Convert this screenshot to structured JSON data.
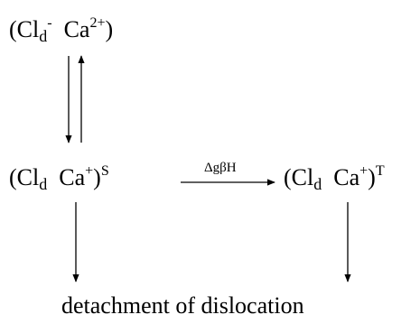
{
  "top_species": {
    "open": "(Cl",
    "cl_sub": "d",
    "cl_sup": "-",
    "ca": "Ca",
    "ca_sup": "2+",
    "close": ")"
  },
  "singlet_species": {
    "open": "(Cl",
    "cl_sub": "d",
    "ca": "Ca",
    "ca_sup": "+",
    "close": ")",
    "state": "S"
  },
  "triplet_species": {
    "open": "(Cl",
    "cl_sub": "d",
    "ca": "Ca",
    "ca_sup": "+",
    "close": ")",
    "state": "T"
  },
  "transition_label": "ΔgβH",
  "result_label": "detachment of dislocation"
}
